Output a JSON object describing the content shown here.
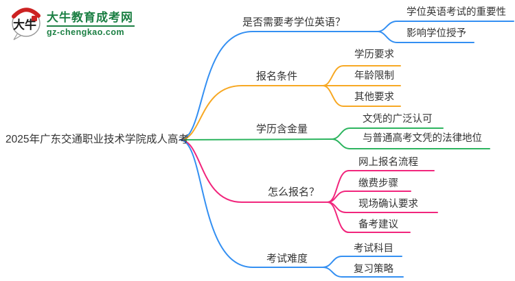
{
  "site": {
    "logo_title": "大牛教育成考网",
    "logo_domain": "gz-chengkao.com",
    "logo_mark_text": "大牛"
  },
  "colors": {
    "blue": "#338FF2",
    "orange": "#F7A823",
    "green": "#2CB45E",
    "pink": "#F1257C",
    "brand_green": "#1B7F43",
    "text": "#333333"
  },
  "mindmap": {
    "root": "2025年广东交通职业技术学院成人高考",
    "branches": [
      {
        "label": "是否需要考学位英语？",
        "color": "blue",
        "children": [
          "学位英语考试的重要性",
          "影响学位授予"
        ]
      },
      {
        "label": "报名条件",
        "color": "orange",
        "children": [
          "学历要求",
          "年龄限制",
          "其他要求"
        ]
      },
      {
        "label": "学历含金量",
        "color": "green",
        "children": [
          "文凭的广泛认可",
          "与普通高考文凭的法律地位"
        ]
      },
      {
        "label": "怎么报名？",
        "color": "pink",
        "children": [
          "网上报名流程",
          "缴费步骤",
          "现场确认要求",
          "备考建议"
        ]
      },
      {
        "label": "考试难度",
        "color": "blue",
        "children": [
          "考试科目",
          "复习策略"
        ]
      }
    ]
  }
}
